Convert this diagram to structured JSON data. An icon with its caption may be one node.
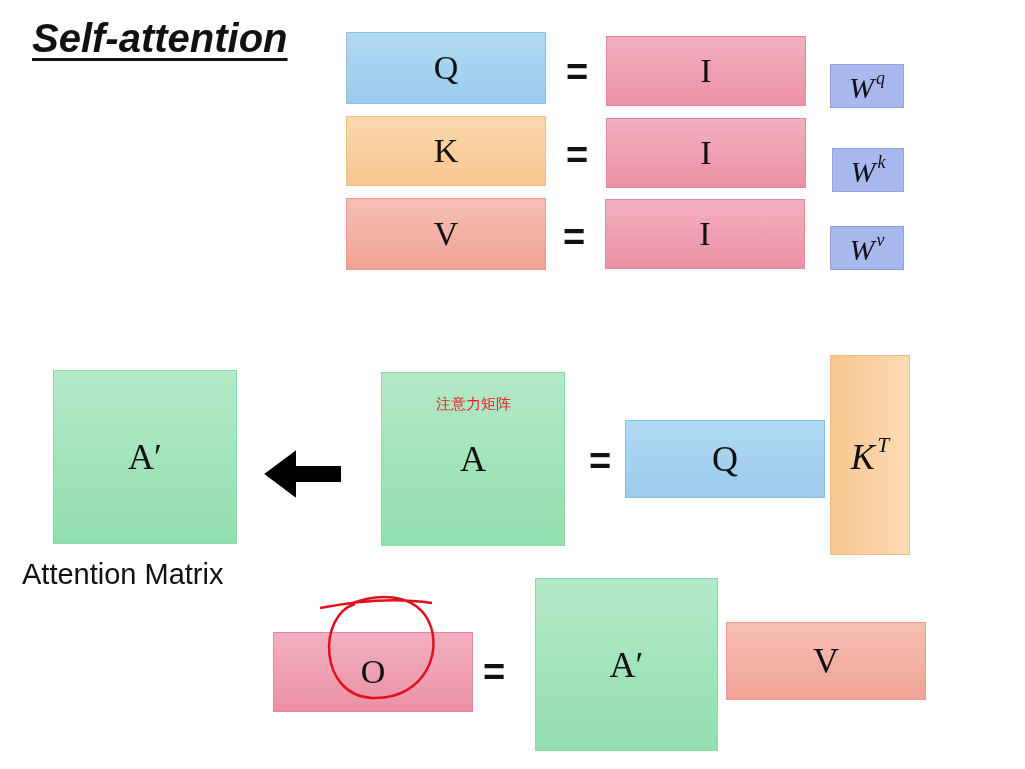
{
  "diagram": {
    "title": "Self-attention",
    "nodes": [
      {
        "text": [
          "Q"
        ]
      },
      {
        "text": [
          "I"
        ]
      },
      {
        "text": [
          "W$^{q}$"
        ]
      },
      {
        "text": [
          "K"
        ]
      },
      {
        "text": [
          "I"
        ]
      },
      {
        "text": [
          "W$^{k}$"
        ]
      },
      {
        "text": [
          "V"
        ]
      },
      {
        "text": [
          "I"
        ]
      },
      {
        "text": [
          "W$^{v}$"
        ]
      },
      {
        "text": [
          "A′"
        ],
        "beside": [
          "Attention Matrix"
        ]
      },
      {
        "text": [
          "注意力矩阵",
          "A"
        ]
      },
      {
        "text": [
          "Q"
        ]
      },
      {
        "text": [
          "K$^{T}$"
        ]
      },
      {
        "text": [
          "O"
        ]
      },
      {
        "text": [
          "A′"
        ]
      },
      {
        "text": [
          "V"
        ]
      }
    ],
    "edges": [
      {
        "from": 10,
        "to": 9,
        "arrow": "to"
      }
    ],
    "labels": [
      "=",
      "=",
      "=",
      "=",
      "="
    ]
  }
}
